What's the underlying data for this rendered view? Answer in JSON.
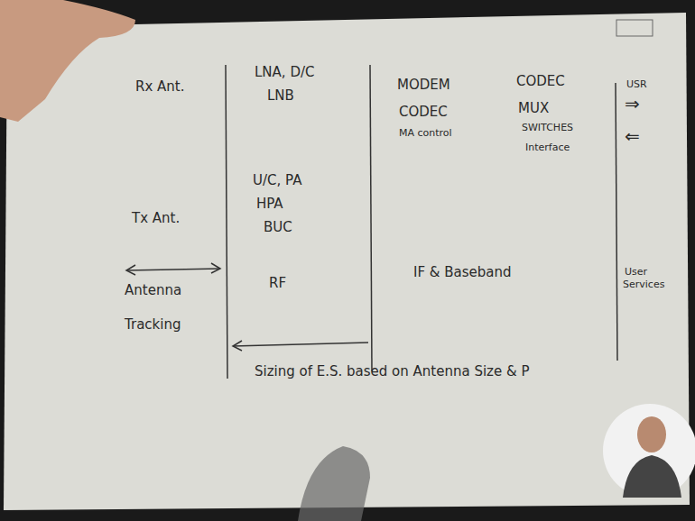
{
  "diagram": {
    "labels": [
      "Rx Ant.",
      "LNA, D/C",
      "LNB",
      "MODEM",
      "CODEC",
      "MA control",
      "CODEC",
      "MUX",
      "SWITCHES",
      "Interface",
      "USR",
      "⇒",
      "⇐",
      "Tx Ant.",
      "U/C, PA",
      "HPA",
      "BUC",
      "Antenna",
      "Tracking",
      "RF",
      "IF & Baseband",
      "User",
      "Services",
      "Sizing of E.S. based on Antenna Size & P"
    ]
  }
}
